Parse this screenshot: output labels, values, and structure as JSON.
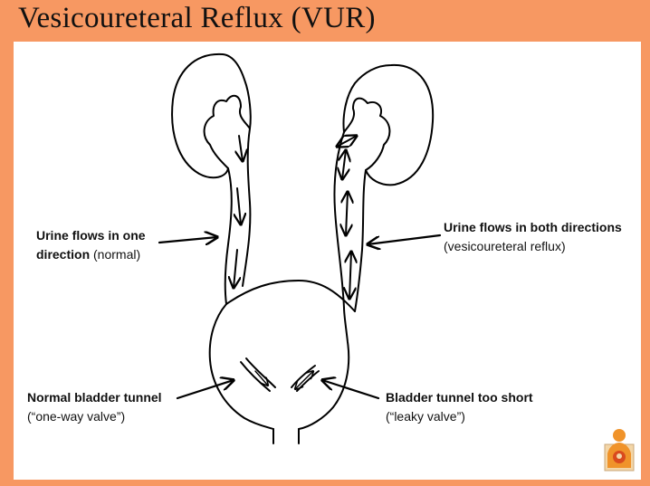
{
  "slide": {
    "title": "Vesicoureteral Reflux (VUR)"
  },
  "labels": {
    "normal_flow": {
      "line1": "Urine flows in one",
      "line2_bold": "direction",
      "line2_rest": " (normal)"
    },
    "reflux_flow": {
      "line1": "Urine flows in both directions",
      "line2": "(vesicoureteral reflux)"
    },
    "normal_tunnel": {
      "line1": "Normal bladder tunnel",
      "line2": "(“one-way valve”)"
    },
    "short_tunnel": {
      "line1": "Bladder tunnel too short",
      "line2": "(“leaky valve”)"
    }
  },
  "icons": {
    "logo": "hospital-logo-icon"
  },
  "colors": {
    "frame": "#f79862",
    "logo_orange": "#f0932a"
  }
}
